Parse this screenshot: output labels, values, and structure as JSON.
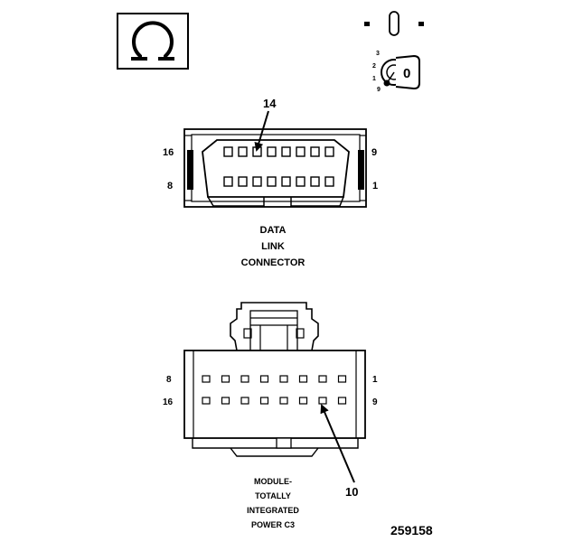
{
  "ohmmeter_icon": {
    "name": "ohm-icon"
  },
  "ignition_icon": {
    "name": "ignition-key-off-icon",
    "positions": [
      "3",
      "2",
      "1",
      "9"
    ],
    "key_label": "0"
  },
  "data_link_connector": {
    "callout": "14",
    "pin_labels": {
      "top_left": "16",
      "top_right": "9",
      "bottom_left": "8",
      "bottom_right": "1"
    },
    "caption_lines": [
      "DATA",
      "LINK",
      "CONNECTOR"
    ]
  },
  "tipm_connector": {
    "callout": "10",
    "pin_labels": {
      "top_left": "8",
      "top_right": "1",
      "bottom_left": "16",
      "bottom_right": "9"
    },
    "caption_lines": [
      "MODULE-",
      "TOTALLY",
      "INTEGRATED",
      "POWER C3"
    ]
  },
  "figure_id": "259158"
}
